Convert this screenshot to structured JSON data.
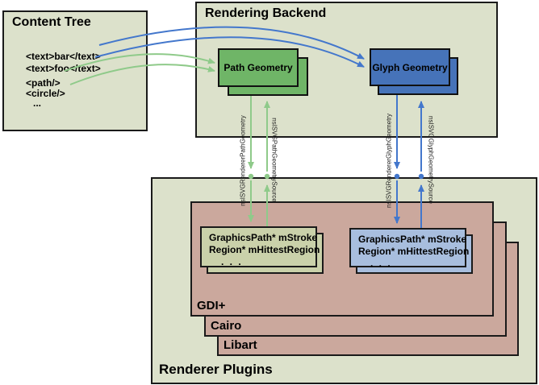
{
  "content_tree": {
    "title": "Content Tree",
    "items": [
      "<text>bar</text>",
      "<text>foo</text>",
      "<path/>",
      "<circle/>",
      "..."
    ]
  },
  "rendering_backend": {
    "title": "Rendering Backend",
    "path_geometry_label": "Path Geometry",
    "glyph_geometry_label": "Glyph Geometry"
  },
  "interfaces": {
    "path_renderer": "nsISVGRendererPathGeometry",
    "path_source": "nsISVGPathGeometrySource",
    "glyph_renderer": "nsISVGRendererGlyphGeometry",
    "glyph_source": "nsISVGGlyphGeometrySource"
  },
  "renderer_plugins": {
    "title": "Renderer Plugins",
    "plugins": [
      "GDI+",
      "Cairo",
      "Libart"
    ],
    "graphics_box": {
      "line1": "GraphicsPath* mStroke",
      "line2": "Region* mHittestRegion",
      "line3": ". . ."
    }
  },
  "colors": {
    "panel_fill": "#dce1cb",
    "panel_border": "#1a1a1a",
    "plugin_fill": "#cba89d",
    "path_geometry_fill": "#6fb567",
    "glyph_geometry_fill": "#4673b9",
    "graphics_green_fill": "#cad1aa",
    "graphics_blue_fill": "#a8bede",
    "green_arrow": "#8fca8a",
    "blue_arrow": "#4377cc"
  }
}
